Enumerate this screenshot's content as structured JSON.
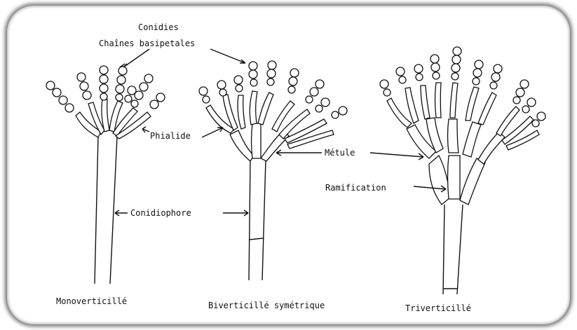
{
  "labels": {
    "conidies": "Conidies",
    "chaines": "Chaînes basipetales",
    "phialide": "Phialide",
    "metule": "Métule",
    "ramification": "Ramification",
    "conidiophore": "Conidiophore"
  },
  "captions": {
    "mono": "Monoverticillé",
    "bi": "Biverticillé symétrique",
    "tri": "Triverticillé"
  }
}
